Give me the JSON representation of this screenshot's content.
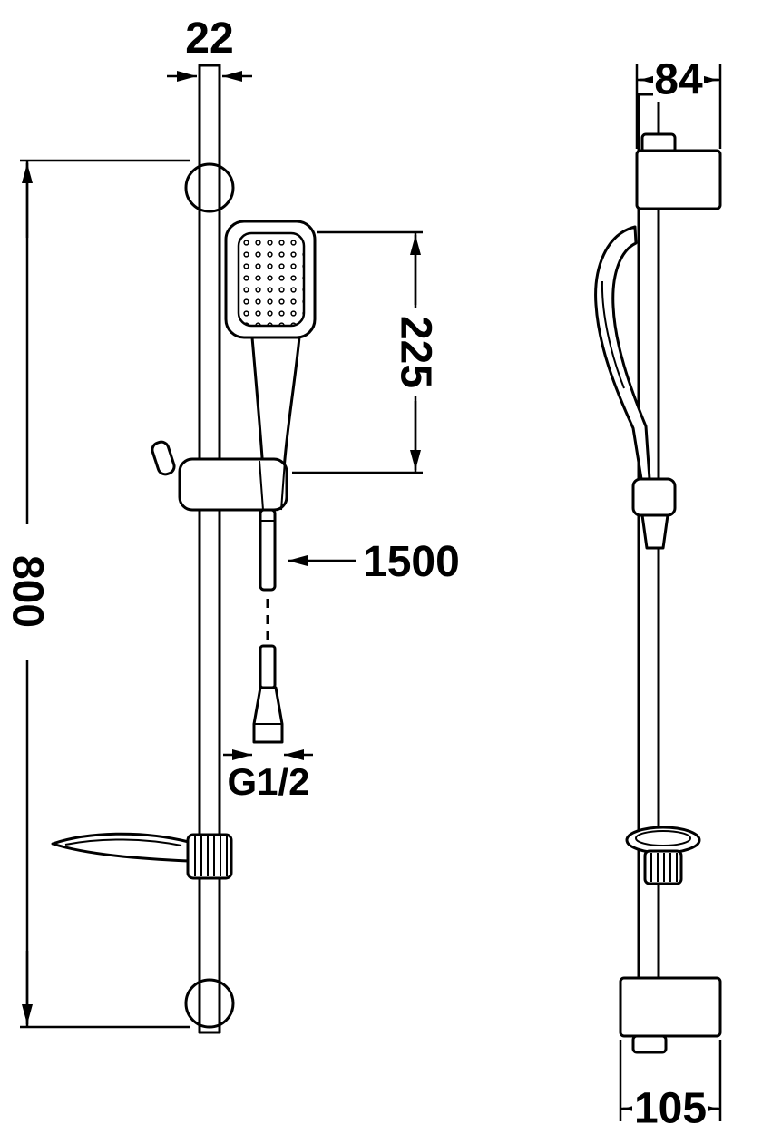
{
  "diagram": {
    "dimensions": {
      "rail_diameter": "22",
      "overall_height": "800",
      "handset_length": "225",
      "hose_length": "1500",
      "connection_thread": "G1/2",
      "top_bracket_width": "84",
      "bottom_bracket_width": "105"
    }
  }
}
